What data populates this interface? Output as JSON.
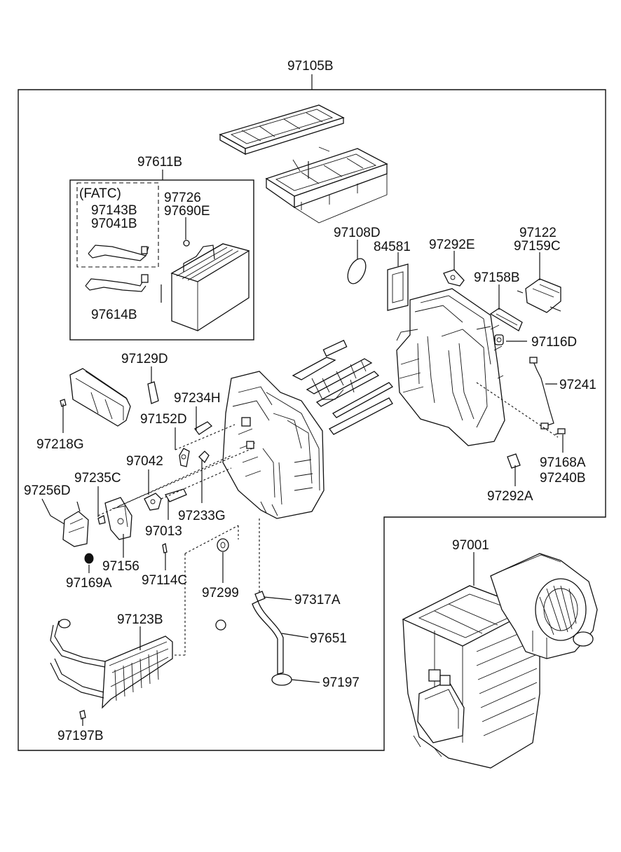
{
  "labels": {
    "main_assembly": "97105B",
    "case_cover": "97611B",
    "fatc": "(FATC)",
    "sensor_a": "97143B",
    "sensor_b": "97041B",
    "evaporator_a": "97726",
    "evaporator_b": "97690E",
    "wire_harness": "97614B",
    "seal": "97108D",
    "gasket": "84581",
    "bracket_e": "97292E",
    "actuator_a": "97122",
    "actuator_b": "97159C",
    "lever_b": "97158B",
    "clip_d": "97116D",
    "wiring": "97241",
    "duct_d": "97129D",
    "lever_h": "97234H",
    "clamp_g": "97218G",
    "link_d": "97152D",
    "door_lever": "97042",
    "screw_c": "97235C",
    "motor_d": "97256D",
    "link_g": "97233G",
    "arm": "97013",
    "actuator_156": "97156",
    "grommet_a": "97169A",
    "screw_114c": "97114C",
    "plug": "97299",
    "clamp_317a": "97317A",
    "hose": "97651",
    "grommet_197": "97197",
    "heater_core": "97123B",
    "pipe_clip": "97197B",
    "connector_a": "97168A",
    "connector_b": "97240B",
    "bracket_a": "97292A",
    "blower_unit": "97001"
  }
}
